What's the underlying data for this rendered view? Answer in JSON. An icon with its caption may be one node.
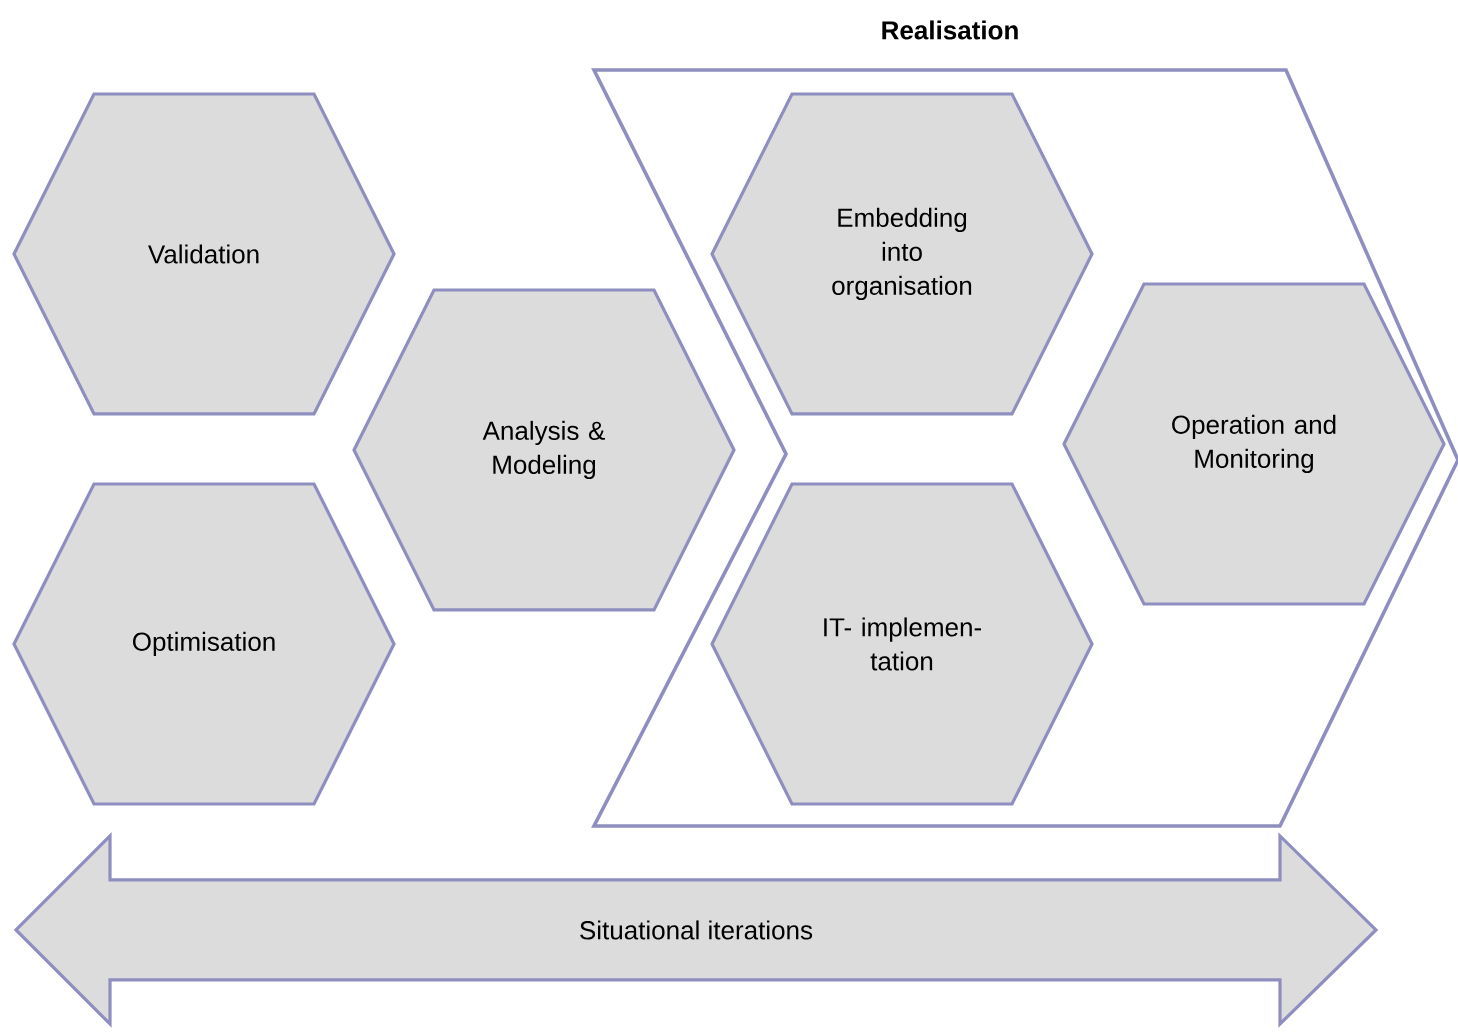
{
  "diagram": {
    "nodes": [
      {
        "text": [
          "Validation"
        ]
      },
      {
        "text": [
          "Optimisation"
        ]
      },
      {
        "text": [
          "Analysis & Modeling"
        ]
      },
      {
        "text": [
          "Realisation"
        ]
      },
      {
        "text": [
          "Embedding into organisation"
        ],
        "in": 3
      },
      {
        "text": [
          "IT- implemen- tation"
        ],
        "in": 3
      },
      {
        "text": [
          "Operation and Monitoring"
        ],
        "in": 3
      },
      {
        "text": [
          "Situational iterations"
        ]
      }
    ],
    "edges": []
  }
}
